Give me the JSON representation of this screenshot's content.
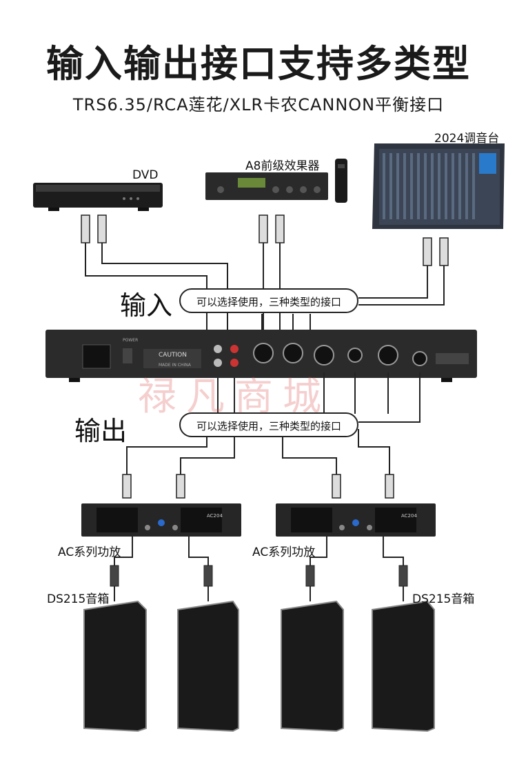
{
  "header": {
    "title": "输入输出接口支持多类型",
    "subtitle": "TRS6.35/RCA莲花/XLR卡农CANNON平衡接口"
  },
  "sources": {
    "dvd_label": "DVD",
    "preamp_label": "A8前级效果器",
    "mixer_label": "2024调音台"
  },
  "sections": {
    "input_label": "输入",
    "output_label": "输出",
    "input_pill": "可以选择使用，三种类型的接口",
    "output_pill": "可以选择使用，三种类型的接口"
  },
  "device_panel": {
    "caution": "CAUTION",
    "made_in": "MADE IN CHINA",
    "power": "POWER"
  },
  "amps": {
    "left_label": "AC系列功放",
    "right_label": "AC系列功放",
    "model": "AC204"
  },
  "speakers": {
    "left_label": "DS215音箱",
    "right_label": "DS215音箱"
  },
  "watermark": "禄凡商城",
  "colors": {
    "device_dark": "#2b2b2b",
    "wire": "#222222",
    "watermark": "#dc5050"
  }
}
